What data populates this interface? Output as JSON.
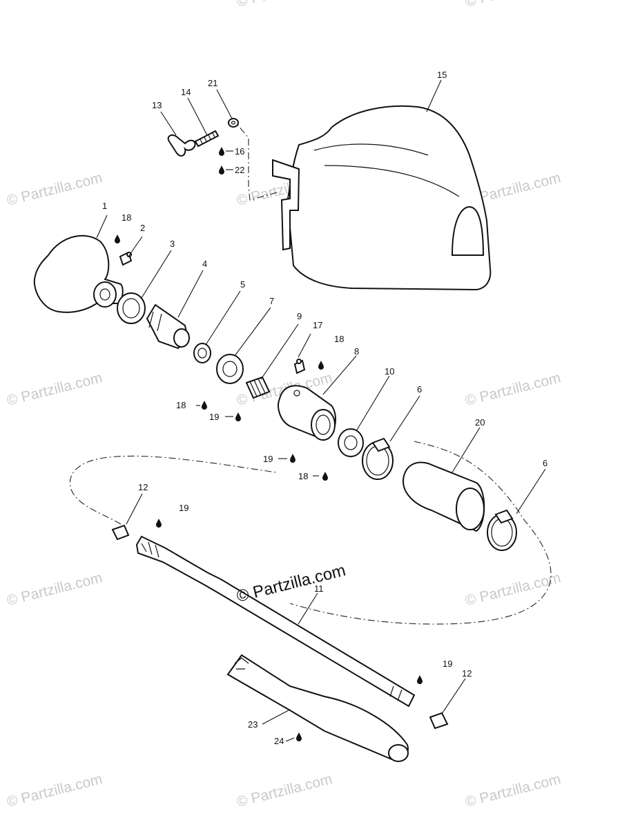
{
  "watermark": {
    "text": "© Partzilla.com",
    "main_text": "© Partzilla.com"
  },
  "callouts": {
    "c1": "1",
    "c2": "2",
    "c3": "3",
    "c4": "4",
    "c5": "5",
    "c6a": "6",
    "c6b": "6",
    "c7": "7",
    "c8": "8",
    "c9": "9",
    "c10": "10",
    "c11": "11",
    "c12a": "12",
    "c12b": "12",
    "c13": "13",
    "c14": "14",
    "c15": "15",
    "c16": "16",
    "c17": "17",
    "c18a": "18",
    "c18b": "18",
    "c18c": "18",
    "c18d": "18",
    "c19a": "19",
    "c19b": "19",
    "c19c": "19",
    "c19d": "19",
    "c20": "20",
    "c21": "21",
    "c22": "22",
    "c23": "23",
    "c24": "24"
  },
  "icons": {
    "lubricant": "lubricant-drop-icon",
    "watermark": "copyright-icon"
  }
}
